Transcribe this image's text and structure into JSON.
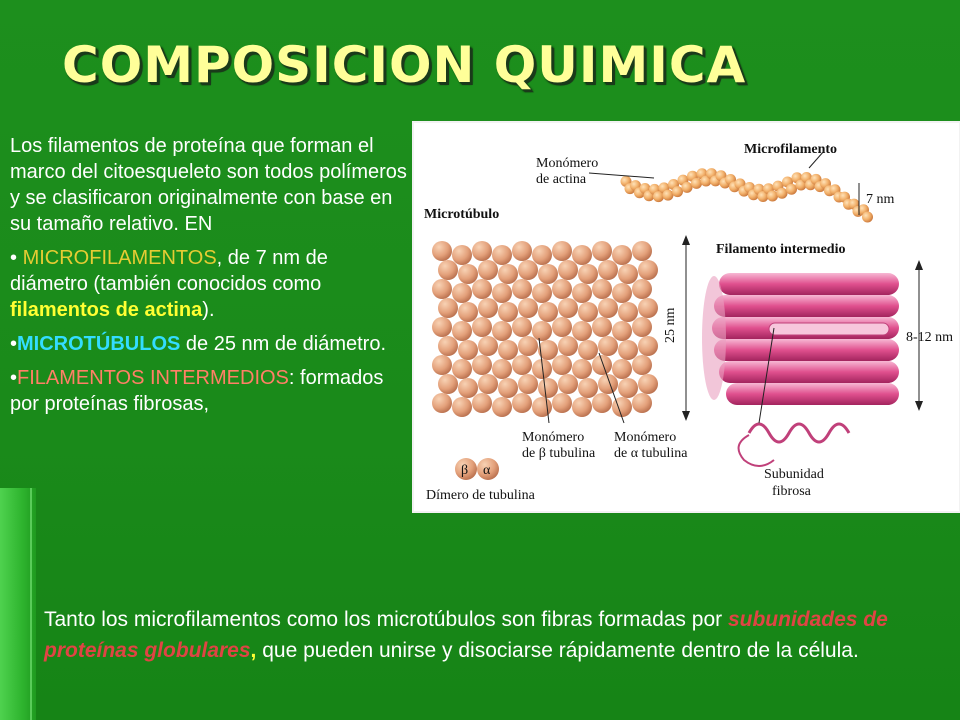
{
  "title": "COMPOSICION QUIMICA",
  "intro": "Los filamentos de proteína que forman el marco del citoesqueleto son todos polímeros y se clasificaron originalmente con base en su tamaño relativo. EN",
  "bullet1": {
    "bullet": "•",
    "term": "MICROFILAMENTOS",
    "text_a": ", de 7 nm de diámetro (también conocidos como ",
    "highlight": "filamentos de actina",
    "text_b": ")."
  },
  "bullet2": {
    "bullet": "•",
    "term": "MICROTÚBULOS",
    "text": " de 25 nm de diámetro."
  },
  "bullet3": {
    "bullet": "•",
    "term": "FILAMENTOS INTERMEDIOS",
    "text": ": formados por proteínas fibrosas,"
  },
  "bottom": {
    "text_a": "Tanto los microfilamentos como los microtúbulos son fibras formadas por ",
    "emphasis": "subunidades de proteínas globulares",
    "comma": ",",
    "text_b": " que pueden unirse y disociarse rápidamente dentro de la célula."
  },
  "figure": {
    "microfilamento": "Microfilamento",
    "monomero_actina_1": "Monómero",
    "monomero_actina_2": "de actina",
    "size_7nm": "7 nm",
    "microtubulo": "Microtúbulo",
    "filamento_intermedio": "Filamento intermedio",
    "size_25nm": "25 nm",
    "size_8_12nm": "8-12 nm",
    "mono_beta_1": "Monómero",
    "mono_beta_2": "de β tubulina",
    "mono_alpha_1": "Monómero",
    "mono_alpha_2": "de α tubulina",
    "beta": "β",
    "alpha": "α",
    "dimero": "Dímero de tubulina",
    "subunidad_1": "Subunidad",
    "subunidad_2": "fibrosa"
  },
  "colors": {
    "title": "#ffff99",
    "background": "#1a8a1a",
    "term_yellow": "#ffff33",
    "term_cyan": "#33ddff",
    "term_salmon": "#ff8066",
    "emphasis_red": "#e04444"
  }
}
